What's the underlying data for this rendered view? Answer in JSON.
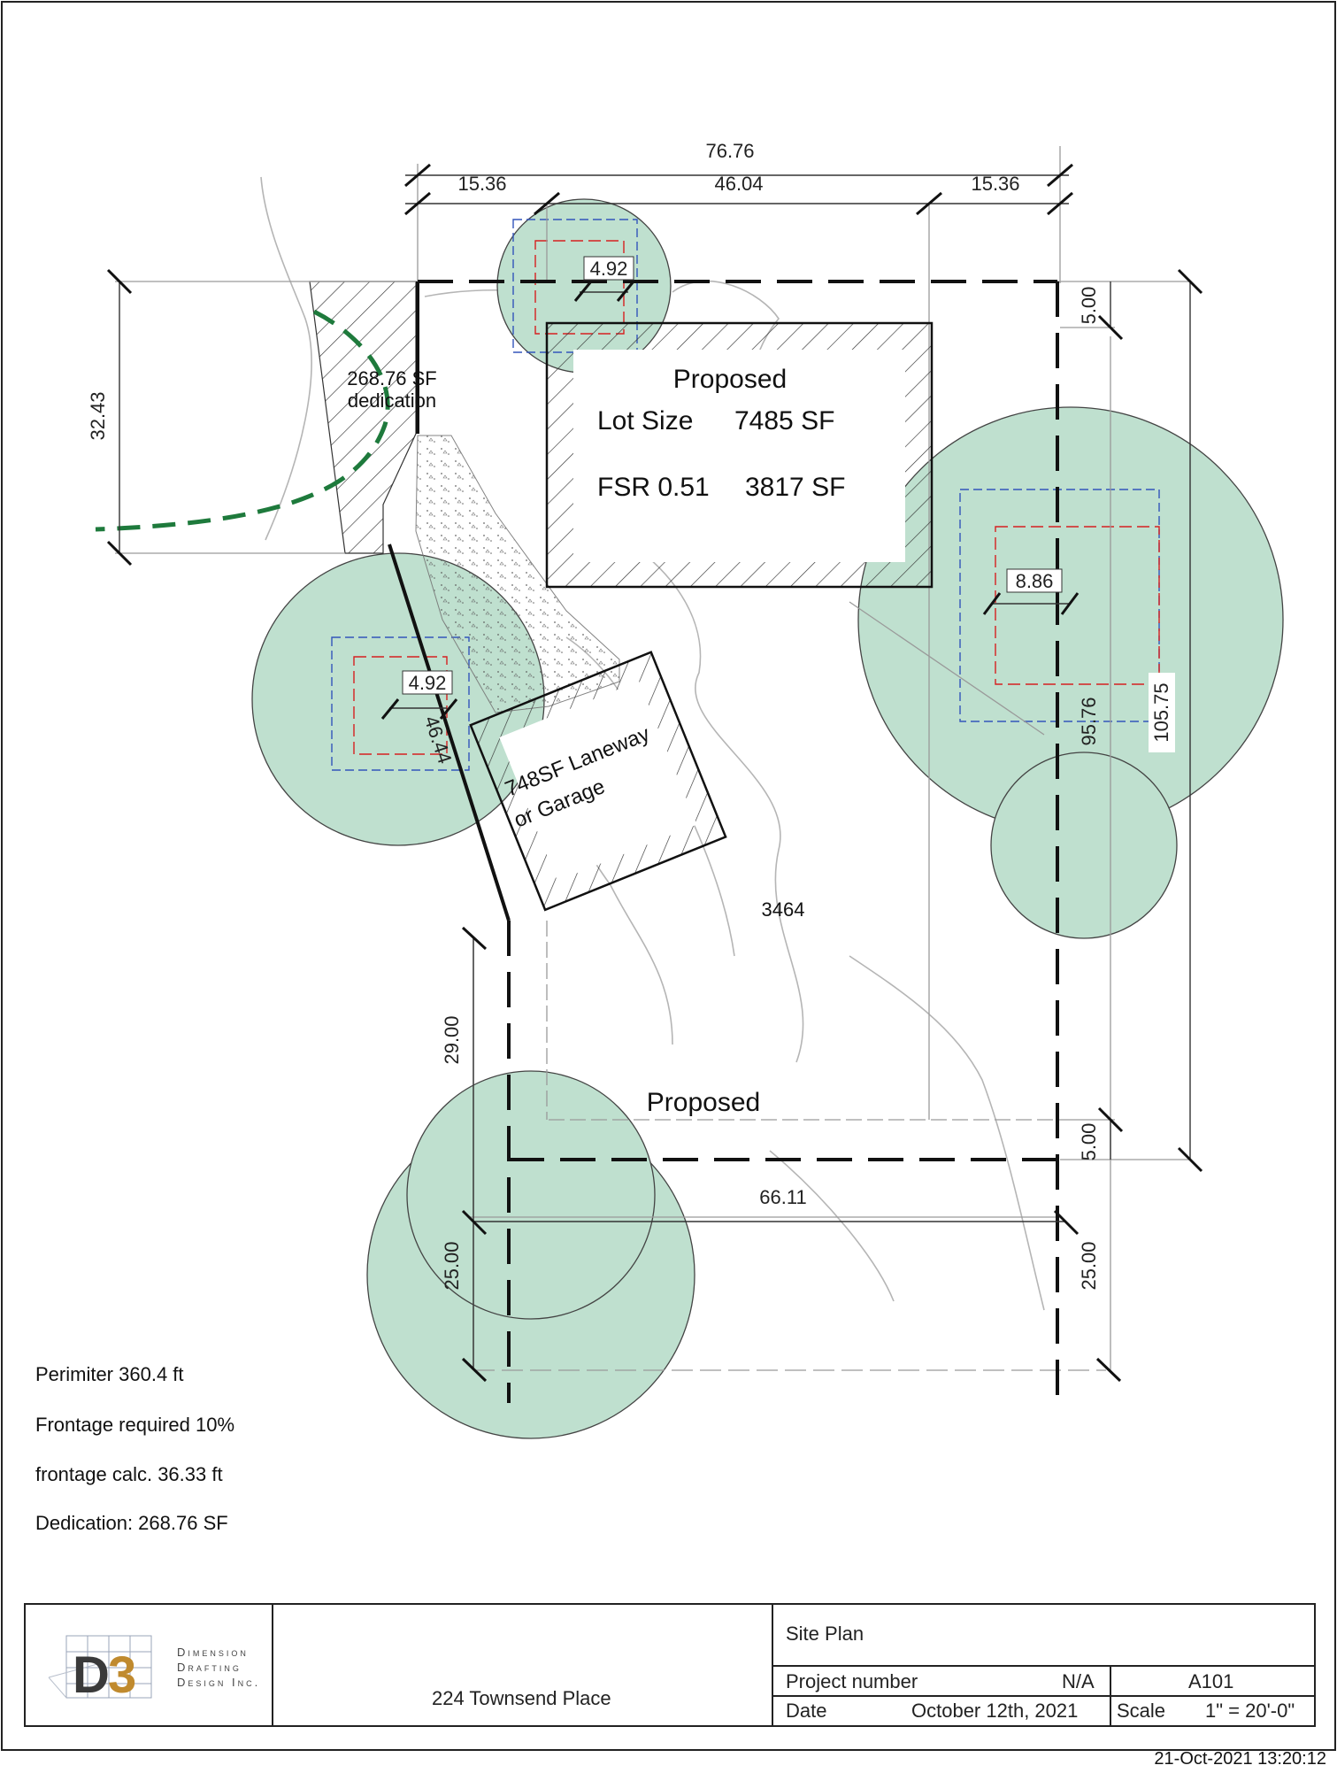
{
  "plan": {
    "dims": {
      "overall_width": "76.76",
      "left_setback_top": "15.36",
      "center_width": "46.04",
      "right_setback_top": "15.36",
      "top_setback": "5.00",
      "dedication_depth": "32.43",
      "tree_top_radius": "4.92",
      "tree_left_radius": "4.92",
      "tree_right_radius": "8.86",
      "angled_side": "46.44",
      "right_inner_depth": "95.76",
      "right_total_depth": "105.75",
      "left_lower_depth": "29.00",
      "bottom_setback": "5.00",
      "bottom_width": "66.11",
      "left_rear_setback": "25.00",
      "right_rear_setback": "25.00"
    },
    "labels": {
      "dedication_line1": "268.76 SF",
      "dedication_line2": "dedication",
      "house_title": "Proposed",
      "lot_size_label": "Lot Size",
      "lot_size_value": "7485 SF",
      "fsr_label": "FSR 0.51",
      "fsr_value": "3817 SF",
      "garage_line1": "748SF Laneway",
      "garage_line2": "or Garage",
      "area_value": "3464",
      "lower_title": "Proposed"
    }
  },
  "notes": {
    "perimeter": "Perimiter 360.4 ft",
    "frontage_required": "Frontage required 10%",
    "frontage_calc": "frontage calc. 36.33 ft",
    "dedication": "Dedication: 268.76 SF"
  },
  "title_block": {
    "logo_text": "D3",
    "company_line1": "Dimension",
    "company_line2": "Drafting",
    "company_line3": "Design Inc.",
    "address": "224 Townsend Place",
    "sheet_title": "Site Plan",
    "project_number_label": "Project number",
    "project_number_value": "N/A",
    "sheet_number": "A101",
    "date_label": "Date",
    "date_value": "October 12th, 2021",
    "scale_label": "Scale",
    "scale_value": "1\" = 20'-0\""
  },
  "timestamp": "21-Oct-2021 13:20:12",
  "colors": {
    "tree_fill": "#bfe0cf",
    "dedication_arc": "#1e7a3c",
    "tree_dash_red": "#d62020",
    "tree_dash_blue": "#3355bb",
    "logo_gold": "#c08a2e"
  }
}
